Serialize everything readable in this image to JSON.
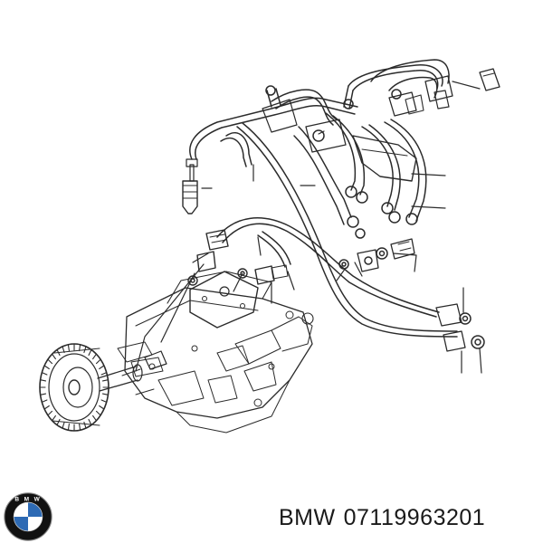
{
  "caption": {
    "brand": "BMW",
    "part_number": "07119963201"
  },
  "logo": {
    "ring_color": "#111111",
    "blue": "#2d6ab4",
    "white": "#ffffff",
    "lettering": "BMW"
  },
  "colors": {
    "line": "#2b2b2b",
    "shade": "#777777",
    "background": "#ffffff"
  }
}
